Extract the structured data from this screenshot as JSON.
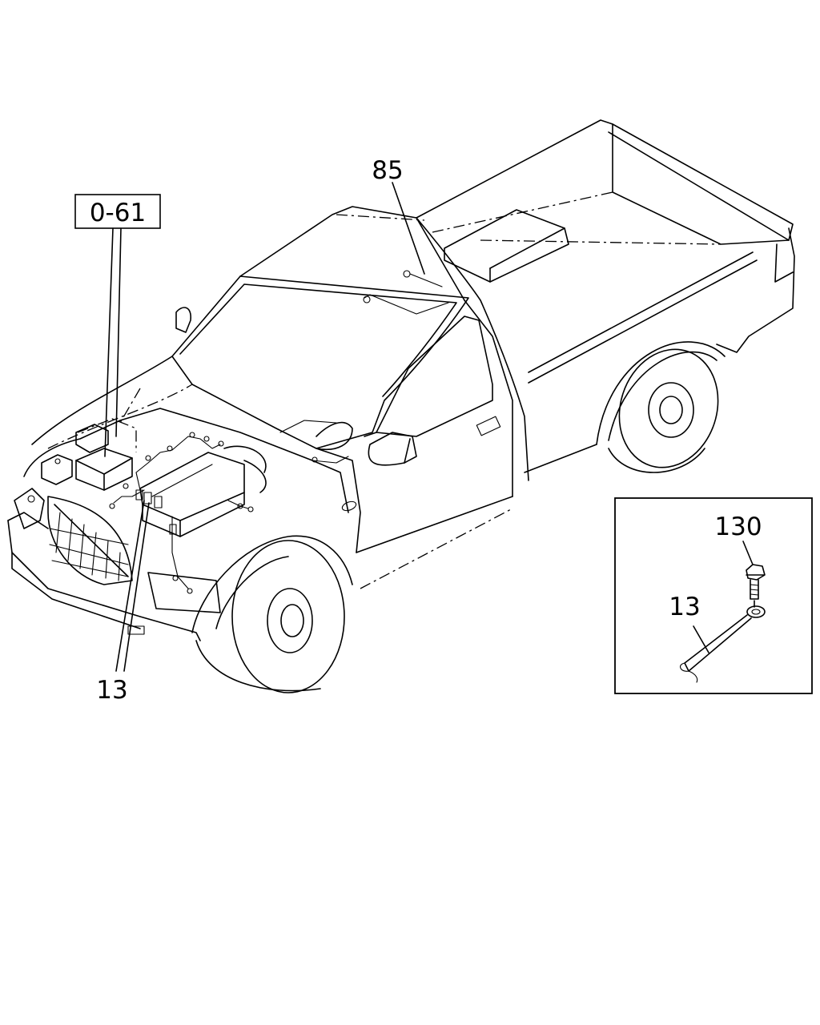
{
  "callouts": {
    "ref_box": "0-61",
    "part_85": "85",
    "part_13_main": "13",
    "part_130": "130",
    "part_13_inset": "13"
  }
}
